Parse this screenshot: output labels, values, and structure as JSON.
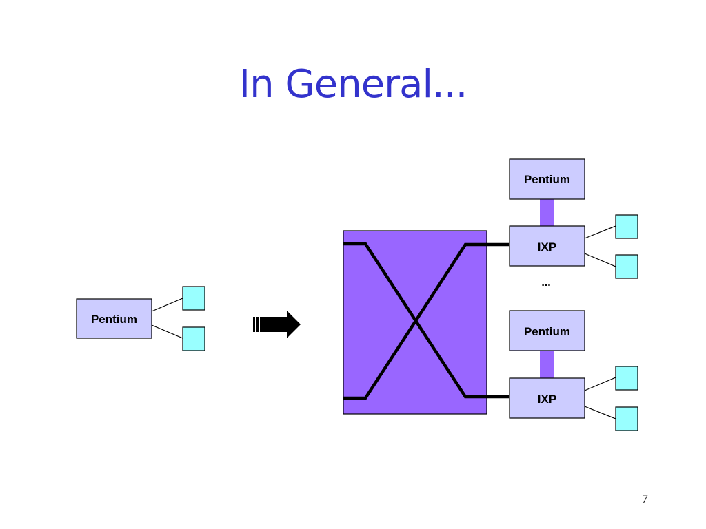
{
  "slide": {
    "title": "In General...",
    "page_number": "7"
  },
  "diagram": {
    "left": {
      "host_label": "Pentium"
    },
    "right": {
      "top_host_label": "Pentium",
      "top_ixp_label": "IXP",
      "ellipsis": "...",
      "bottom_host_label": "Pentium",
      "bottom_ixp_label": "IXP"
    },
    "colors": {
      "host_box_fill": "#ccccff",
      "port_fill": "#99ffff",
      "switch_fill": "#9966ff",
      "bus_fill": "#9966ff",
      "title": "#3333cc"
    }
  }
}
